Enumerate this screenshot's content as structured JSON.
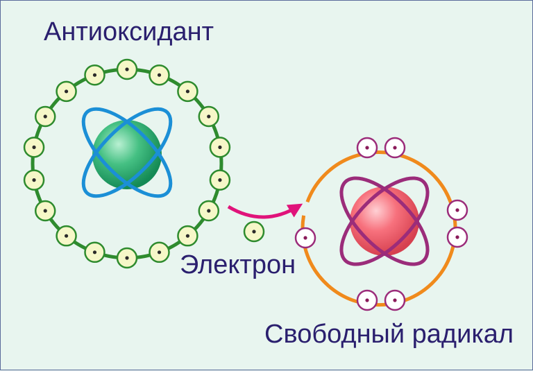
{
  "labels": {
    "antioxidant": "Антиоксидант",
    "electron": "Электрон",
    "free_radical": "Свободный радикал"
  },
  "colors": {
    "background": "#e8f5ef",
    "text": "#2a1f6e",
    "antioxidant_ring": "#2e8b2e",
    "antioxidant_orbit": "#1b8fd6",
    "antioxidant_nucleus": "#3fb878",
    "antioxidant_electron_fill": "#f6f7c8",
    "radical_ring": "#f08a1c",
    "radical_orbit": "#9b2c7a",
    "radical_nucleus": "#f56b78",
    "radical_electron_fill": "#ffffff",
    "arrow": "#e0137a"
  },
  "atoms": {
    "antioxidant_electron_count": 18,
    "radical_electron_count": 7
  }
}
